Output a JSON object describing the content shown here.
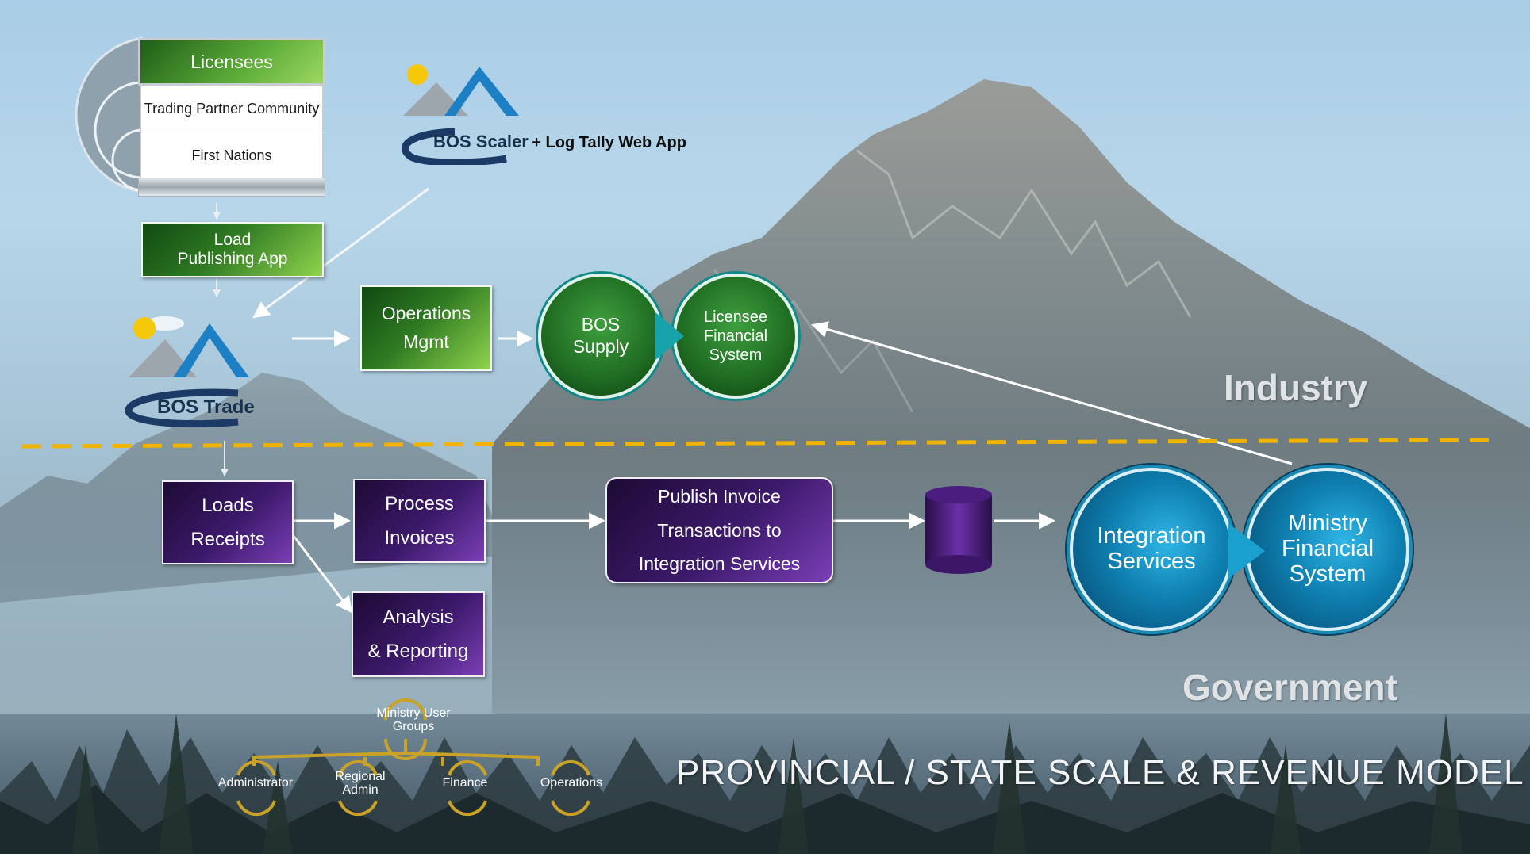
{
  "stakeholders": {
    "title": "Licensees",
    "rows": [
      "Trading Partner Community",
      "First Nations"
    ]
  },
  "apps": {
    "scaler_name": "BOS Scaler",
    "scaler_suffix": "+ Log Tally Web App",
    "trade_name": "BOS Trade"
  },
  "industry_flow": {
    "load_publishing": [
      "Load",
      "Publishing App"
    ],
    "operations_mgmt": [
      "Operations",
      "Mgmt"
    ],
    "bos_supply": [
      "BOS",
      "Supply"
    ],
    "licensee_financial": [
      "Licensee",
      "Financial",
      "System"
    ]
  },
  "government_flow": {
    "loads_receipts": [
      "Loads",
      "Receipts"
    ],
    "process_invoices": [
      "Process",
      "Invoices"
    ],
    "analysis_reporting": [
      "Analysis",
      "& Reporting"
    ],
    "publish_invoice": [
      "Publish Invoice",
      "Transactions to",
      "Integration Services"
    ],
    "integration_services": [
      "Integration",
      "Services"
    ],
    "ministry_financial": [
      "Ministry",
      "Financial",
      "System"
    ]
  },
  "zones": {
    "industry": "Industry",
    "government": "Government"
  },
  "user_groups": {
    "root": [
      "Ministry User",
      "Groups"
    ],
    "members": [
      "Administrator",
      [
        "Regional",
        "Admin"
      ],
      "Finance",
      "Operations"
    ]
  },
  "footer_title": "PROVINCIAL / STATE SCALE & REVENUE MODEL",
  "colors": {
    "green_box": "#2f7a22",
    "purple_box": "#3d1a6c",
    "teal_circle": "#0e7fb0",
    "divider": "#f0b400",
    "user_group_accent": "#c9a227"
  }
}
